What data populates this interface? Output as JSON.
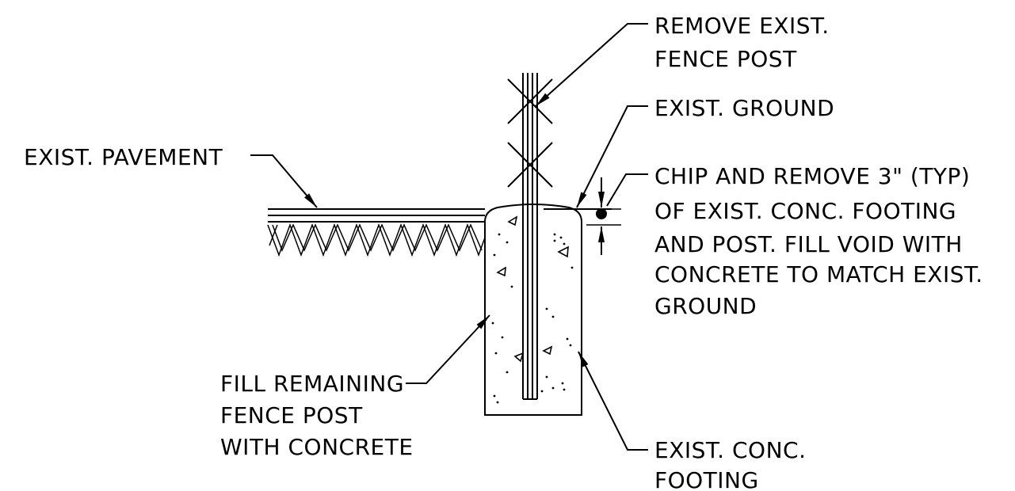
{
  "labels": {
    "remove_post": [
      "REMOVE EXIST.",
      "FENCE POST"
    ],
    "exist_ground": [
      "EXIST. GROUND"
    ],
    "exist_pavement": [
      "EXIST. PAVEMENT"
    ],
    "chip_remove": [
      "CHIP AND REMOVE 3\" (TYP)",
      "OF EXIST. CONC. FOOTING",
      "AND POST. FILL VOID WITH",
      "CONCRETE TO MATCH EXIST.",
      "GROUND"
    ],
    "fill_post": [
      "FILL REMAINING",
      "FENCE POST",
      "WITH CONCRETE"
    ],
    "conc_footing": [
      "EXIST. CONC.",
      "FOOTING"
    ]
  },
  "colors": {
    "ink": "#000000",
    "paper": "#ffffff"
  }
}
